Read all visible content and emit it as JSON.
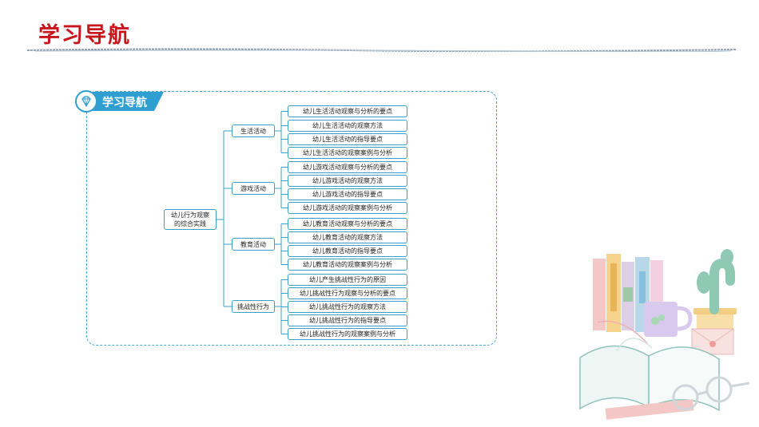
{
  "page": {
    "title": "学习导航"
  },
  "panel": {
    "banner": "学习导航"
  },
  "mindmap": {
    "root": "幼儿行为观察的综合实践",
    "categories": [
      {
        "label": "生活活动",
        "items": [
          "幼儿生活活动观察与分析的要点",
          "幼儿生活活动的观察方法",
          "幼儿生活活动的指导要点",
          "幼儿生活活动的观察案例与分析"
        ]
      },
      {
        "label": "游戏活动",
        "items": [
          "幼儿游戏活动观察与分析的要点",
          "幼儿游戏活动的观察方法",
          "幼儿游戏活动的指导要点",
          "幼儿游戏活动的观察案例与分析"
        ]
      },
      {
        "label": "教育活动",
        "items": [
          "幼儿教育活动观察与分析的要点",
          "幼儿教育活动的观察方法",
          "幼儿教育活动的指导要点",
          "幼儿教育活动的观察案例与分析"
        ]
      },
      {
        "label": "挑战性行为",
        "items": [
          "幼儿产生挑战性行为的原因",
          "幼儿挑战性行为观察与分析的要点",
          "幼儿挑战性行为的观察方法",
          "幼儿挑战性行为的指导要点",
          "幼儿挑战性行为的观察案例与分析"
        ]
      }
    ]
  }
}
